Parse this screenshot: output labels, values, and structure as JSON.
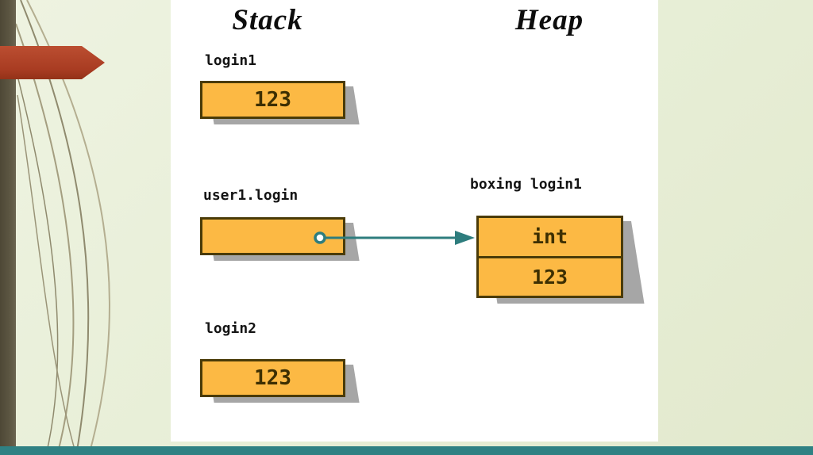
{
  "slide": {
    "titles": {
      "stack": "Stack",
      "heap": "Heap"
    },
    "stack": {
      "items": [
        {
          "label": "login1",
          "value": "123"
        },
        {
          "label": "user1.login",
          "value": ""
        },
        {
          "label": "login2",
          "value": "123"
        }
      ]
    },
    "heap": {
      "object": {
        "label": "boxing login1",
        "type": "int",
        "value": "123"
      }
    },
    "colors": {
      "background": "#e9efda",
      "panel": "#ffffff",
      "box_fill": "#fcb944",
      "box_border": "#4a3b08",
      "box_text": "#3d2f02",
      "box_shadow": "#a6a6a6",
      "reference_arrow": "#2e7d7e",
      "bottom_bar": "#2f8183",
      "side_bar": "#56503e",
      "red_marker": "#a93c22"
    }
  }
}
